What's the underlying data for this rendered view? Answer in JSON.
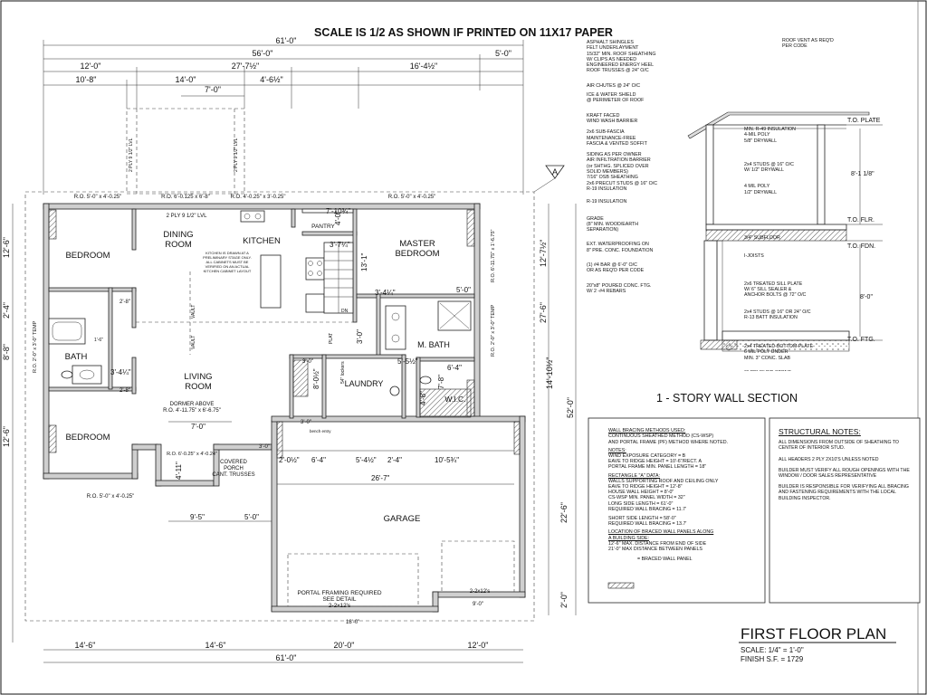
{
  "header": {
    "scale_note": "SCALE IS 1/2 AS SHOWN IF PRINTED ON 11X17 PAPER"
  },
  "dims": {
    "top_overall": "61'-0\"",
    "top_second": "56'-0\"",
    "top_right_offset": "5'-0\"",
    "row3": [
      "12'-0\"",
      "27'-7½\"",
      "16'-4½\""
    ],
    "row4": [
      "10'-8\"",
      "14'-0\"",
      "4'-6½\""
    ],
    "dormer": "7'-0\"",
    "bottom_row": [
      "14'-6\"",
      "14'-6\"",
      "20'-0\"",
      "12'-0\""
    ],
    "bottom_overall": "61'-0\"",
    "left_side": [
      "12'-6\"",
      "2'-4\"",
      "8'-8\"",
      "12'-6\""
    ],
    "right_side": [
      "12'-7½\"",
      "27'-6\"",
      "14'-10½\"",
      "52'-0\"",
      "22'-6\"",
      "2'-0\""
    ],
    "interior": [
      "7'-10¾\"",
      "4'-0\"",
      "3'-7¼\"",
      "13'-1\"",
      "3'-4¼\"",
      "5'-0\"",
      "6'-4\"",
      "5'-5½\"",
      "4'-8\"",
      "7'-8\"",
      "2'-8\"",
      "2'-8\"",
      "3'-4¼\"",
      "5'-9\"",
      "8'-0½\"",
      "4'-0\"",
      "3'-0\"",
      "3'-0\"",
      "2'-6\"",
      "2'-6\"",
      "2'-0\"",
      "2'-6\"",
      "4'-11\"",
      "9'-5\"",
      "5'-0\"",
      "2'-0½\"",
      "6'-4\"",
      "5'-4½\"",
      "2'-4\"",
      "10'-5¾\"",
      "26'-7\"",
      "18'-0\"",
      "9'-0\"",
      "1'-6\"",
      "7'-0\"",
      "3'-0\"",
      "2'-6\""
    ]
  },
  "rooms": {
    "bedroom1": "BEDROOM",
    "bedroom2": "BEDROOM",
    "dining": "DINING ROOM",
    "kitchen": "KITCHEN",
    "master": "MASTER BEDROOM",
    "bath": "BATH",
    "living": "LIVING ROOM",
    "laundry": "LAUNDRY",
    "mbath": "M. BATH",
    "wic": "W.I.C.",
    "garage": "GARAGE",
    "pantry": "PANTRY",
    "porch": "COVERED PORCH CANT. TRUSSES"
  },
  "notes": {
    "ro_1": "R.O. 5'-0\" x 4'-0.25\"",
    "ro_2": "R.O. 6'-0.125 x 6'-8\"",
    "ro_3": "R.O. 4'-0.25\" x 3'-0.25\"",
    "ro_4": "R.O. 5'-0\" x 4'-0.25\"",
    "ro_5": "R.O. 6'-0.25\" x 4'-0.24\"",
    "ro_6": "R.O. 5'-0\" x 4'-0.25\"",
    "ro_right": "R.O. 6'-11.75\" x 1'-6.75\"",
    "ro_temp": "R.O. 2'-0\" x 3'-0\" TEMP",
    "ro_left_temp": "R.O. 2'-0\" x 3'-0\" TEMP",
    "lvl": "2 PLY 9 1/2\" LVL",
    "kitchen_note": "KITCHEN IS DRAWN AT A PRELIMINARY STAGE ONLY. ALL CABINETS MUST BE VERIFIED ON AN ACTUAL KITCHEN CABINET LAYOUT",
    "dormer_above": "DORMER ABOVE",
    "dormer_ro": "R.O. 4'-11.75\" x 6'-6.75\"",
    "vault": "VAULT",
    "plat": "PLAT",
    "lockers": "54\" lockers",
    "bench": "bench entry",
    "dn": "DN",
    "portal": "PORTAL FRAMING REQUIRED SEE DETAIL 2-2x12's",
    "header_2x12": "2-2x12's",
    "label_a": "A",
    "ply_1": "2 PLY 9 1/2\" LVL",
    "ply_2": "2 PLY 9 1/2\" LVL"
  },
  "section": {
    "title": "1 - STORY WALL SECTION",
    "callouts_left": [
      "ASPHALT SHINGLES\nFELT UNDERLAYMENT\n15/32\" MIN. ROOF SHEATHING\nW/ CLIPS AS NEEDED\nENGINEERED ENERGY HEEL\nROOF TRUSSES @ 24\" O/C",
      "AIR CHUTES @ 24\" O/C",
      "ICE & WATER SHIELD\n@ PERIMETER OF ROOF",
      "KRAFT FACED\nWIND WASH BARRIER",
      "2x6 SUB-FASCIA\nMAINTENANCE-FREE\nFASCIA & VENTED SOFFIT",
      "SIDING AS PER OWNER\nAIR INFILTRATION BARRIER\n(or SHTHG. SPLICED OVER\nSOLID MEMBERS)\n7/16\" OSB SHEATHING\n2x6 PRECUT STUDS @ 16\" O/C\nR-19 INSULATION",
      "R-19 INSULATION",
      "GRADE\n(8\" MIN. WOOD/EARTH\nSEPARATION)",
      "EXT. WATERPROOFING ON\n8\" PRE. CONC. FOUNDATION",
      "(1) #4 BAR @ 6'-0\" O/C\nOR AS REQ'D PER CODE",
      "20\"x8\" POURED CONC. FTG.\nW/ 2 -#4 REBARS"
    ],
    "roof_vent": "ROOF VENT AS REQ'D\nPER CODE",
    "callouts_right": [
      "MIN. R-49 INSULATION\n4-MIL POLY\n5/8\" DRYWALL",
      "2x4 STUDS @ 16\" O/C\nW/ 1/2\" DRYWALL",
      "4 MIL POLY\n1/2\" DRYWALL",
      "3/4\" SUBFLOOR",
      "I-JOISTS",
      "2x6 TREATED SILL PLATE\nW/ 6\" SILL SEALER &\nANCHOR BOLTS @ 72\" O/C",
      "2x4 STUDS @ 16\" OR 24\" O/C\nR-13 BATT INSULATION",
      "2x4 TREATED BOTTOM PLATE\n6 MIL POLY UNDER\nMIN. 3\" CONC. SLAB",
      "6\" CRUSHED STONE\n4\" PERF. DRAIN TILE"
    ],
    "levels": [
      "T.O. PLATE",
      "T.O. FLR.",
      "T.O. FDN.",
      "T.O. FTG."
    ],
    "heights": [
      "8'-1 1/8\"",
      "8'-0\""
    ]
  },
  "bracing": {
    "heading": "WALL BRACING METHODS USED:",
    "methods": "CONTINUOUS SHEATHED METHOD (CS-WSP)\nAND PORTAL FRAME (PF) METHOD WHERE NOTED.",
    "notes_h": "NOTES:",
    "notes": "WIND EXPOSURE CATEGORY = B\nEAVE TO RIDGE HEIGHT = 10'-6\"/RECT. A\nPORTAL FRAME MIN. PANEL LENGTH = 18\"",
    "rect_h": "RECTANGLE \"A\" DATA:",
    "rect": "WALLS SUPPORTING ROOF AND CEILING ONLY\nEAVE TO RIDGE HEIGHT = 12'-8\"\nHOUSE WALL HEIGHT = 8'-0\"\nCS-WSP MIN. PANEL WIDTH = 32\"\nLONG SIDE LENGTH = 61'-0\"\nREQUIRED WALL BRACING = 11.7'",
    "short": "SHORT SIDE LENGTH = 58'-0\"\nREQUIRED WALL BRACING = 13.7'",
    "loc_h": "LOCATION OF BRACED WALL PANELS ALONG\nA BUILDING SIDE:",
    "loc": "12'-6\" MAX. DISTANCE FROM END OF SIDE\n21'-0\" MAX DISTANCE BETWEEN PANELS",
    "legend": "= BRACED WALL PANEL"
  },
  "structural": {
    "heading": "STRUCTURAL NOTES:",
    "items": [
      "ALL DIMENSIONS FROM OUTSIDE OF SHEATHING TO CENTER OF INTERIOR STUD.",
      "ALL HEADERS 2 PLY 2X10'S UNLESS NOTED",
      "BUILDER MUST VERIFY ALL ROUGH OPENINGS WITH THE WINDOW / DOOR SALES REPRESENTATIVE",
      "BUILDER IS RESPONSIBLE FOR VERIFYING ALL BRACING AND FASTENING REQUIREMENTS WITH THE LOCAL BUILDING INSPECTOR."
    ]
  },
  "titleblock": {
    "title": "FIRST FLOOR PLAN",
    "scale": "SCALE: 1/4\" = 1'-0\"",
    "finish": "FINISH S.F. = 1729"
  }
}
